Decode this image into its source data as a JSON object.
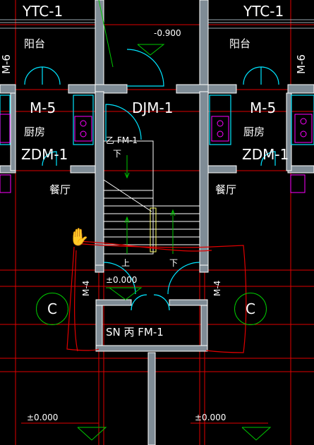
{
  "labels": {
    "ytc_left": "YTC-1",
    "ytc_right": "YTC-1",
    "balcony_left": "阳台",
    "balcony_right": "阳台",
    "m6_left": "M-6",
    "m6_right": "M-6",
    "m5_left": "M-5",
    "m5_right": "M-5",
    "kitchen_left": "厨房",
    "kitchen_right": "厨房",
    "zdm_left": "ZDM-1",
    "zdm_right": "ZDM-1",
    "dining_left": "餐厅",
    "dining_right": "餐厅",
    "djm": "DJM-1",
    "fm_upper": "乙 FM-1",
    "down_upper": "下",
    "up_lower": "上",
    "down_lower": "下",
    "elev_top": "-0.900",
    "elev_mid": "±0.000",
    "m4_left": "M-4",
    "m4_right": "M-4",
    "grid_left": "C",
    "grid_right": "C",
    "sn_fm": "SN 丙 FM-1",
    "elev_bottom_left": "±0.000",
    "elev_bottom_right": "±0.000"
  },
  "colors": {
    "background": "#000000",
    "wall_fill": "#7f8c96",
    "wall_line": "#ffffff",
    "axis_red": "#e00000",
    "door_cyan": "#00e5ff",
    "magenta": "#ff00ff",
    "green": "#00c800",
    "yellow": "#ffff66",
    "text": "#ffffff"
  },
  "icons": {
    "cursor": "hand-cursor-icon"
  }
}
